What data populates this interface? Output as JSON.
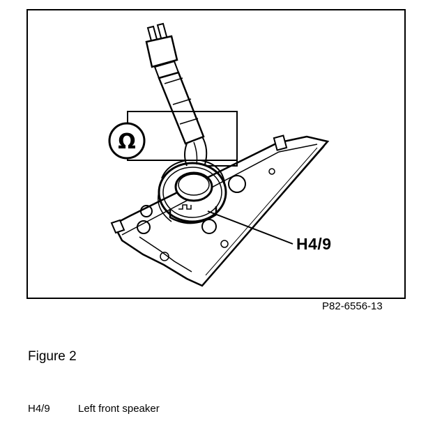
{
  "figure": {
    "callout_label": "H4/9",
    "reference_number": "P82-6556-13",
    "meter_symbol": "Ω",
    "icons": [
      "ohmmeter-symbol-icon",
      "speaker-icon",
      "connector-plug-icon"
    ]
  },
  "caption": "Figure 2",
  "legend": [
    {
      "code": "H4/9",
      "description": "Left front speaker"
    }
  ]
}
